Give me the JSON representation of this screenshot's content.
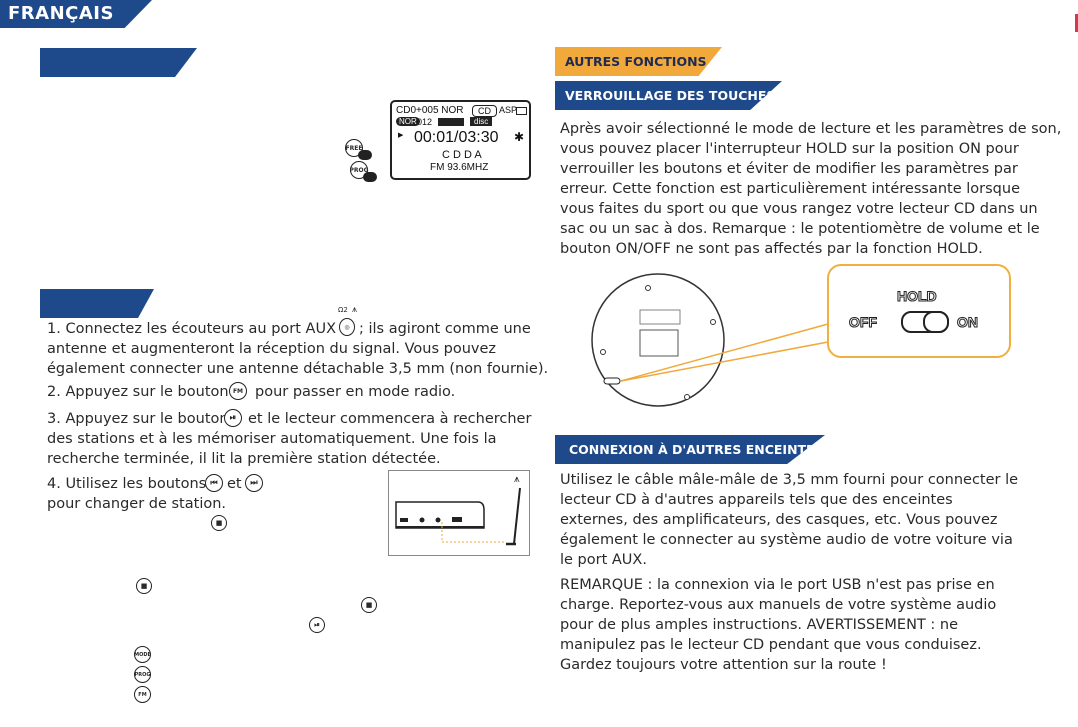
{
  "header": {
    "language": "FRANÇAIS"
  },
  "left": {
    "lcd": {
      "line1": "CD0+005 NOR",
      "badge_cd": "CD",
      "asp": "ASP",
      "line2_nor": "NOR",
      "line2_num": "012",
      "badge_disc": "disc",
      "time": "00:01/03:30",
      "mode": "C D D A",
      "freq": "FM 93.6MHZ",
      "bt_glyph": "✱"
    },
    "radio_steps": [
      "1. Connectez les écouteurs au port AUX 2",
      "; ils agiront comme une",
      "antenne et augmenteront la réception du signal. Vous pouvez",
      "également connecter une antenne détachable 3,5 mm (non fournie).",
      "2. Appuyez sur le bouton",
      "pour passer en mode radio.",
      "3. Appuyez sur le bouton",
      "et le lecteur commencera à rechercher",
      "des stations et à les mémoriser automatiquement. Une fois la",
      "recherche terminée, il lit la première station détectée.",
      "4. Utilisez les boutons",
      "et",
      "pour changer de station."
    ],
    "icons": {
      "prev": "⏮",
      "next": "⏭",
      "stop": "■",
      "playpause": "⏯",
      "mode_label": "MODE",
      "prog_label": "PROG",
      "fm_label": "FM",
      "free_label": "FREE",
      "aux_label": "Ω2"
    }
  },
  "right": {
    "autres_fonctions": "AUTRES FONCTIONS",
    "verrouillage_title": "VERROUILLAGE DES TOUCHES",
    "verrouillage_text": [
      "Après avoir sélectionné le mode de lecture et les paramètres de son,",
      "vous pouvez placer l'interrupteur HOLD sur la position ON pour",
      "verrouiller les boutons et éviter de modifier les paramètres par",
      "erreur. Cette fonction est particulièrement intéressante lorsque",
      "vous faites du sport ou que vous rangez votre lecteur CD dans un",
      "sac ou un sac à dos. Remarque : le potentiomètre de volume et le",
      "bouton ON/OFF ne sont pas affectés par la fonction HOLD."
    ],
    "hold": {
      "title": "HOLD",
      "off": "OFF",
      "on": "ON"
    },
    "connexion_title": "CONNEXION À D'AUTRES ENCEINTES",
    "connexion_text": [
      "Utilisez le câble mâle-mâle de 3,5 mm fourni pour connecter le",
      "lecteur CD à d'autres appareils tels que des enceintes",
      "externes, des amplificateurs, des casques, etc. Vous pouvez",
      "également le connecter au système audio de votre voiture via",
      "le port AUX."
    ],
    "remarque_text": [
      "REMARQUE : la connexion via le port USB n'est pas prise en",
      "charge. Reportez-vous aux manuels de votre système audio",
      "pour de plus amples instructions. AVERTISSEMENT : ne",
      "manipulez pas le lecteur CD pendant que vous conduisez.",
      "Gardez toujours votre attention sur la route !"
    ]
  },
  "colors": {
    "blue": "#1e4a8c",
    "orange": "#f0a93a",
    "text": "#2a2a2a",
    "hold_border": "#f0b040"
  }
}
